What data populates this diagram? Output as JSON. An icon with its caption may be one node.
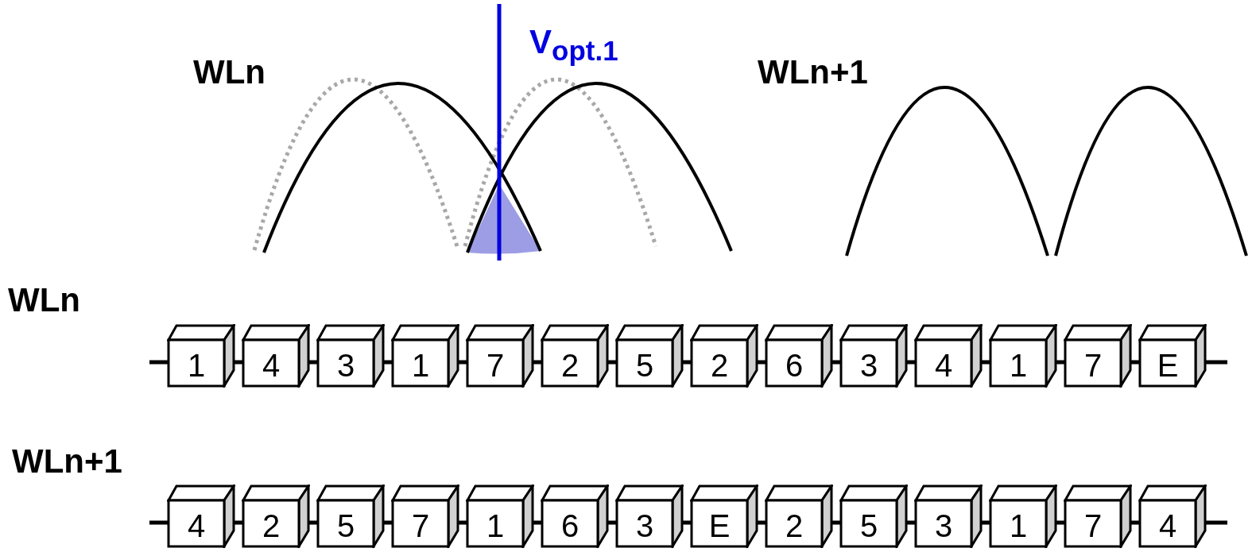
{
  "diagram": {
    "nodes": [
      {
        "text": [
          "1"
        ]
      },
      {
        "text": [
          "4"
        ]
      },
      {
        "text": [
          "3"
        ]
      },
      {
        "text": [
          "1"
        ]
      },
      {
        "text": [
          "7"
        ]
      },
      {
        "text": [
          "2"
        ]
      },
      {
        "text": [
          "5"
        ]
      },
      {
        "text": [
          "2"
        ]
      },
      {
        "text": [
          "6"
        ]
      },
      {
        "text": [
          "3"
        ]
      },
      {
        "text": [
          "4"
        ]
      },
      {
        "text": [
          "1"
        ]
      },
      {
        "text": [
          "7"
        ]
      },
      {
        "text": [
          "E"
        ]
      },
      {
        "text": [
          "4"
        ]
      },
      {
        "text": [
          "2"
        ]
      },
      {
        "text": [
          "5"
        ]
      },
      {
        "text": [
          "7"
        ]
      },
      {
        "text": [
          "1"
        ]
      },
      {
        "text": [
          "6"
        ]
      },
      {
        "text": [
          "3"
        ]
      },
      {
        "text": [
          "E"
        ]
      },
      {
        "text": [
          "2"
        ]
      },
      {
        "text": [
          "5"
        ]
      },
      {
        "text": [
          "3"
        ]
      },
      {
        "text": [
          "1"
        ]
      },
      {
        "text": [
          "7"
        ]
      },
      {
        "text": [
          "4"
        ]
      }
    ],
    "edges": [
      {
        "from": null,
        "to": 0,
        "arrow": "none"
      },
      {
        "from": 0,
        "to": 1,
        "arrow": "none"
      },
      {
        "from": 1,
        "to": 2,
        "arrow": "none"
      },
      {
        "from": 2,
        "to": 3,
        "arrow": "none"
      },
      {
        "from": 3,
        "to": 4,
        "arrow": "none"
      },
      {
        "from": 4,
        "to": 5,
        "arrow": "none"
      },
      {
        "from": 5,
        "to": 6,
        "arrow": "none"
      },
      {
        "from": 6,
        "to": 7,
        "arrow": "none"
      },
      {
        "from": 7,
        "to": 8,
        "arrow": "none"
      },
      {
        "from": 8,
        "to": 9,
        "arrow": "none"
      },
      {
        "from": 9,
        "to": 10,
        "arrow": "none"
      },
      {
        "from": 10,
        "to": 11,
        "arrow": "none"
      },
      {
        "from": 11,
        "to": 12,
        "arrow": "none"
      },
      {
        "from": 12,
        "to": 13,
        "arrow": "none"
      },
      {
        "from": 13,
        "to": null,
        "arrow": "none"
      },
      {
        "from": null,
        "to": 14,
        "arrow": "none"
      },
      {
        "from": 14,
        "to": 15,
        "arrow": "none"
      },
      {
        "from": 15,
        "to": 16,
        "arrow": "none"
      },
      {
        "from": 16,
        "to": 17,
        "arrow": "none"
      },
      {
        "from": 17,
        "to": 18,
        "arrow": "none"
      },
      {
        "from": 18,
        "to": 19,
        "arrow": "none"
      },
      {
        "from": 19,
        "to": 20,
        "arrow": "none"
      },
      {
        "from": 20,
        "to": 21,
        "arrow": "none"
      },
      {
        "from": 21,
        "to": 22,
        "arrow": "none"
      },
      {
        "from": 22,
        "to": 23,
        "arrow": "none"
      },
      {
        "from": 23,
        "to": 24,
        "arrow": "none"
      },
      {
        "from": 24,
        "to": 25,
        "arrow": "none"
      },
      {
        "from": 25,
        "to": 26,
        "arrow": "none"
      },
      {
        "from": 26,
        "to": 27,
        "arrow": "none"
      },
      {
        "from": 27,
        "to": null,
        "arrow": "none"
      }
    ],
    "labels": [
      "WLn",
      "V$_{opt.1}$",
      "WLn+1",
      "WLn",
      "WLn+1"
    ]
  }
}
